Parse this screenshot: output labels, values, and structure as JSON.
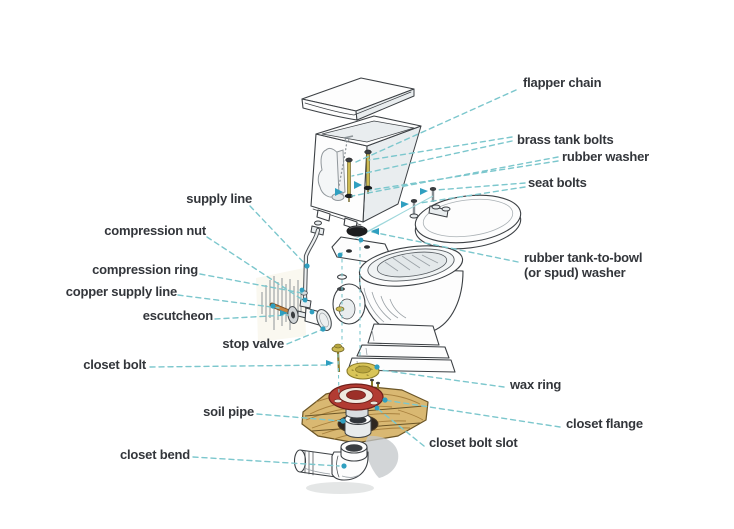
{
  "diagram": {
    "labels": {
      "flapper_chain": {
        "text": "flapper chain"
      },
      "brass_tank_bolts": {
        "text": "brass tank bolts"
      },
      "rubber_washer": {
        "text": "rubber washer"
      },
      "seat_bolts": {
        "text": "seat bolts"
      },
      "supply_line": {
        "text": "supply line"
      },
      "compression_nut": {
        "text": "compression nut"
      },
      "compression_ring": {
        "text": "compression ring"
      },
      "copper_supply_line": {
        "text": "copper supply line"
      },
      "escutcheon": {
        "text": "escutcheon"
      },
      "stop_valve": {
        "text": "stop valve"
      },
      "rubber_spud_washer": {
        "text": "rubber tank-to-bowl\n(or spud) washer"
      },
      "closet_bolt": {
        "text": "closet bolt"
      },
      "wax_ring": {
        "text": "wax ring"
      },
      "soil_pipe": {
        "text": "soil pipe"
      },
      "closet_flange": {
        "text": "closet flange"
      },
      "closet_bolt_slot": {
        "text": "closet bolt slot"
      },
      "closet_bend": {
        "text": "closet bend"
      }
    },
    "colors": {
      "background": "#ffffff",
      "text": "#33363b",
      "leader": "#7cc7cd",
      "accent": "#2f9fc0",
      "line": "#3c4044",
      "fill_white": "#fdfdfd",
      "shade": "#e9edef",
      "brass": "#cdbb53",
      "copper": "#c5823f",
      "wax_yellow": "#d9c558",
      "wax_dark": "#8a7b2a",
      "flange_red": "#b23b32",
      "flange_dark": "#6f1f1a",
      "wood": "#d9b872",
      "wood_grain": "#a8813e",
      "wood_dark": "#6b5526",
      "shadow": "#c3c7c9",
      "washer_black": "#1c1d1f"
    }
  }
}
